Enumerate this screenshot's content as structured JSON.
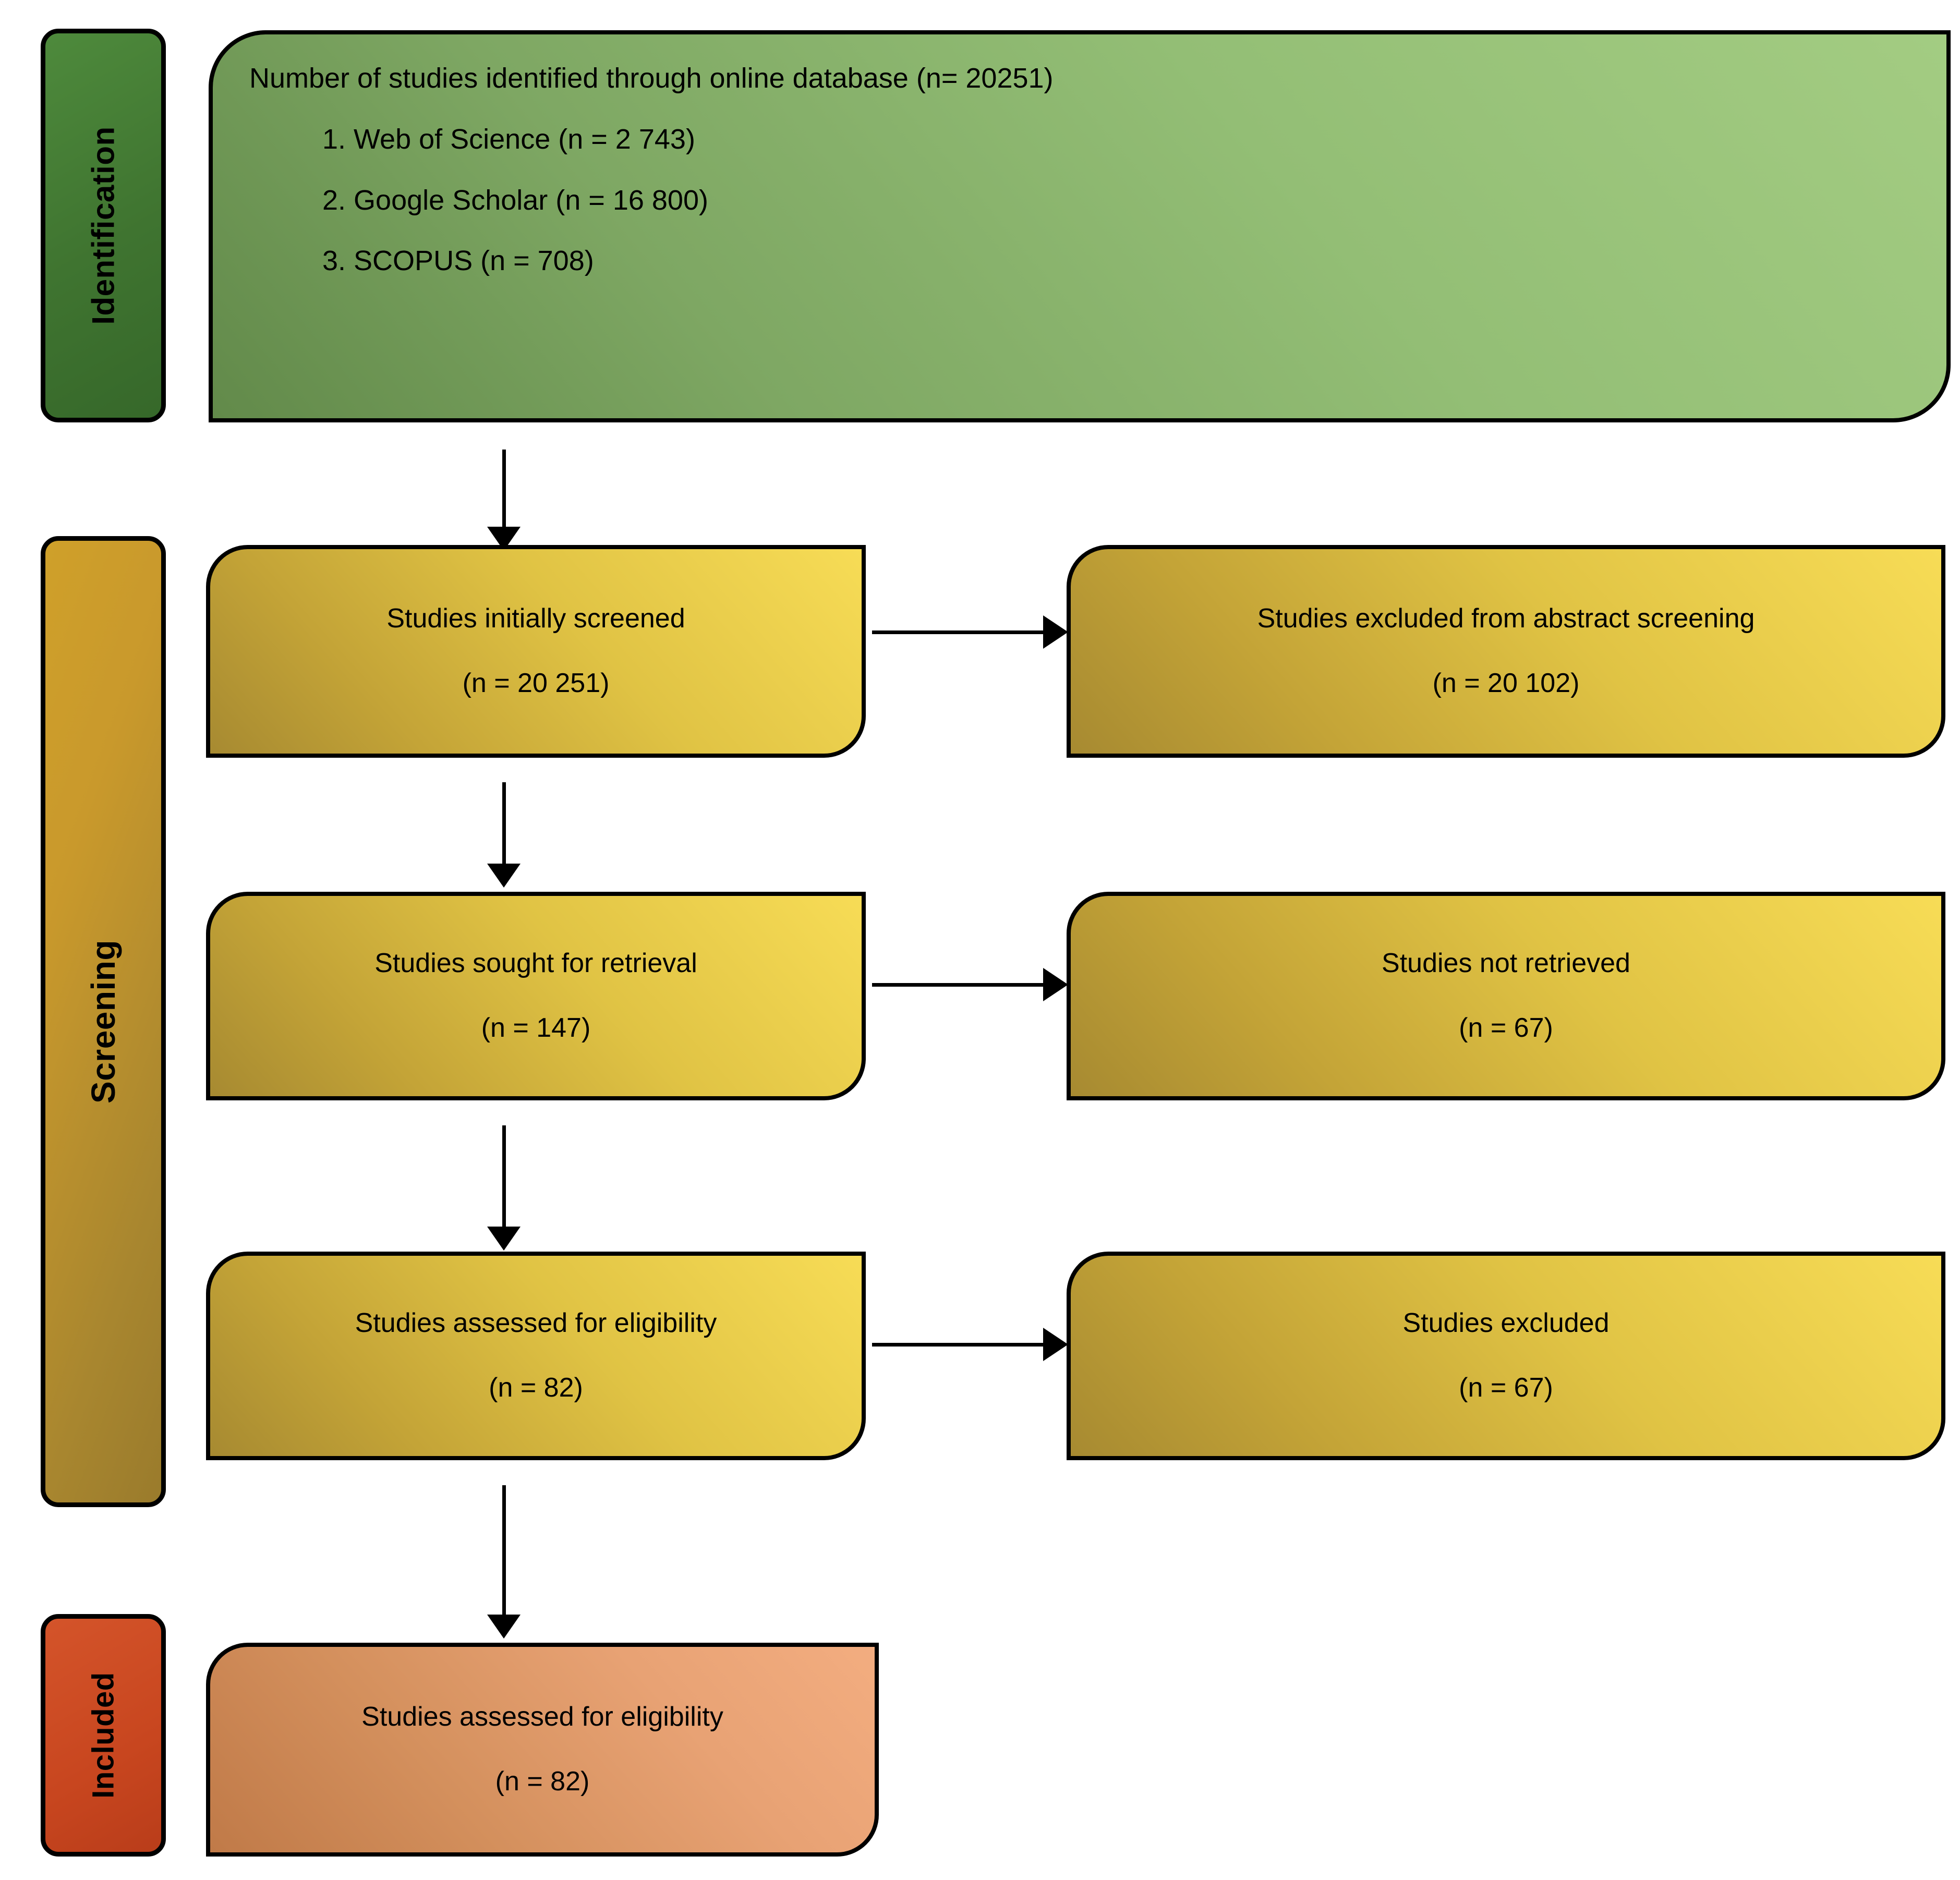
{
  "diagram": {
    "title": "PRISMA study selection flow diagram",
    "phases": [
      {
        "id": "identification",
        "label": "Identification",
        "color": "#3f7430"
      },
      {
        "id": "screening",
        "label": "Screening",
        "color": "#c9992c"
      },
      {
        "id": "included",
        "label": "Included",
        "color": "#c8461f"
      }
    ],
    "identification_box": {
      "heading": "Number of studies identified through online database (n= 20251)",
      "sources": [
        "1. Web of Science (n = 2 743)",
        "2. Google Scholar (n = 16 800)",
        "3. SCOPUS (n = 708)"
      ],
      "fill_color": "#93be75"
    },
    "screening_rows": [
      {
        "left": {
          "label": "Studies initially screened",
          "count": "(n = 20 251)"
        },
        "right": {
          "label": "Studies excluded from abstract screening",
          "count": "(n = 20 102)"
        }
      },
      {
        "left": {
          "label": "Studies sought for retrieval",
          "count": "(n = 147)"
        },
        "right": {
          "label": "Studies not retrieved",
          "count": "(n = 67)"
        }
      },
      {
        "left": {
          "label": "Studies assessed for eligibility",
          "count": "(n = 82)"
        },
        "right": {
          "label": "Studies excluded",
          "count": "(n = 67)"
        }
      }
    ],
    "included_box": {
      "label": "Studies assessed for eligibility",
      "count": "(n = 82)",
      "fill_color": "#e8a274"
    },
    "arrows": {
      "down_icon": "arrow-down-icon",
      "right_icon": "arrow-right-icon"
    }
  }
}
